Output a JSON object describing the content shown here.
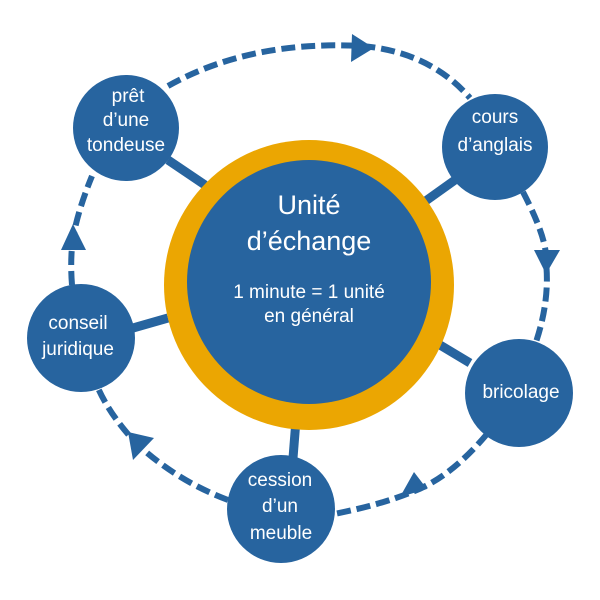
{
  "colors": {
    "primary_blue": "#27649f",
    "ring_orange": "#eba602",
    "background": "#ffffff",
    "text": "#ffffff"
  },
  "center": {
    "title_lines": [
      "Unité",
      "d’échange"
    ],
    "subtitle_lines": [
      "1 minute = 1 unité",
      "en général"
    ]
  },
  "nodes": [
    {
      "id": "pret-tondeuse",
      "lines": [
        "prêt",
        "d’une",
        "tondeuse"
      ]
    },
    {
      "id": "cours-anglais",
      "lines": [
        "cours",
        "d’anglais"
      ]
    },
    {
      "id": "bricolage",
      "lines": [
        "bricolage"
      ]
    },
    {
      "id": "cession-meuble",
      "lines": [
        "cession",
        "d’un",
        "meuble"
      ]
    },
    {
      "id": "conseil-juridique",
      "lines": [
        "conseil",
        "juridique"
      ]
    }
  ],
  "cycle_direction": "clockwise"
}
